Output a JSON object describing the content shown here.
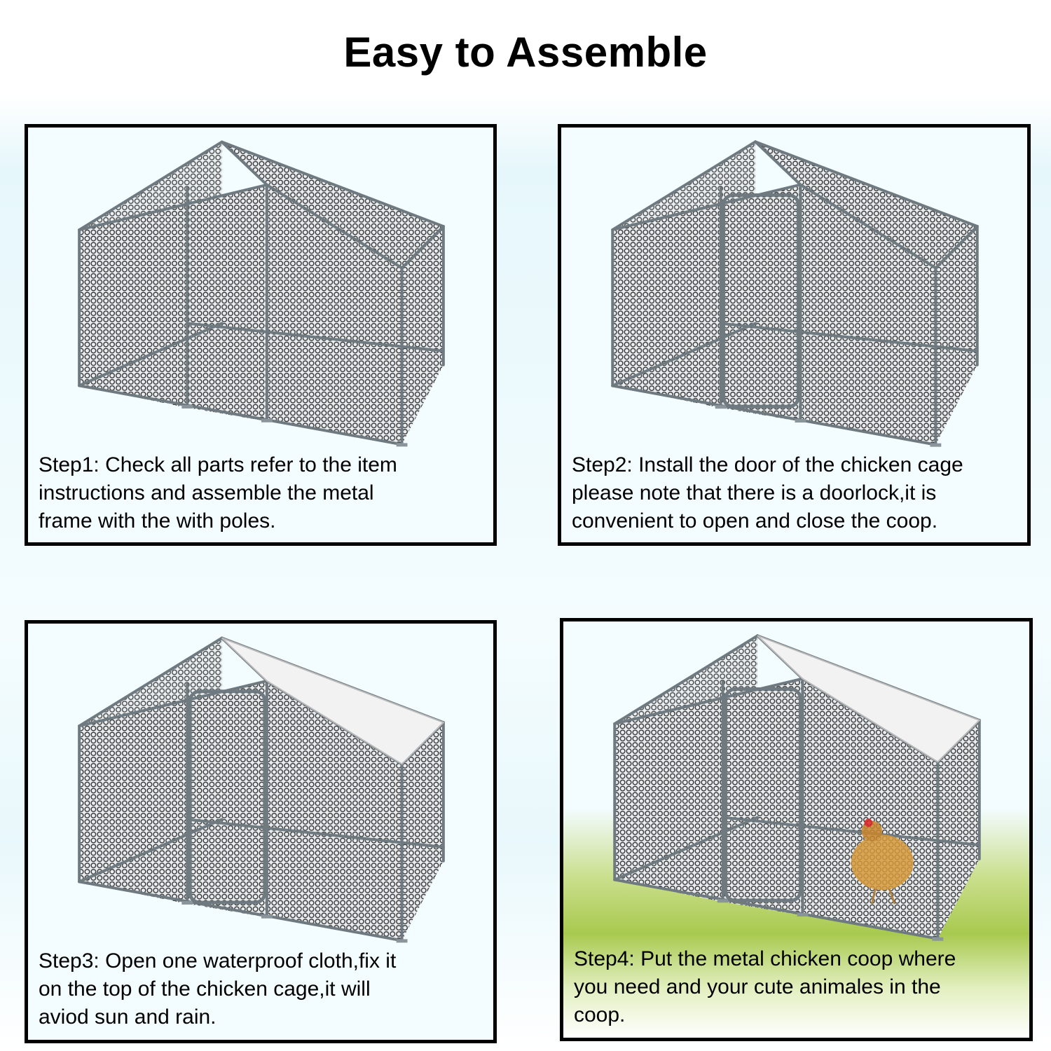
{
  "title": "Easy to Assemble",
  "steps": [
    {
      "lines": [
        "Step1:  Check all parts refer to the item",
        "instructions and assemble the metal",
        "frame with the with poles."
      ]
    },
    {
      "lines": [
        "Step2:  Install the door of the chicken cage",
        "please note that there is a doorlock,it is",
        "convenient to open and close the coop."
      ]
    },
    {
      "lines": [
        "Step3:  Open one waterproof cloth,fix it",
        "on the top of the chicken cage,it will",
        "aviod sun and rain."
      ]
    },
    {
      "lines": [
        "Step4:  Put the metal chicken coop where",
        "you need and your cute animales in the",
        "coop."
      ]
    }
  ],
  "colors": {
    "frame": "#000000",
    "mesh": "#3a3a3a",
    "pole": "#6f7a80",
    "cloth": "#f2f2f2",
    "grass": "#a8c94f"
  }
}
